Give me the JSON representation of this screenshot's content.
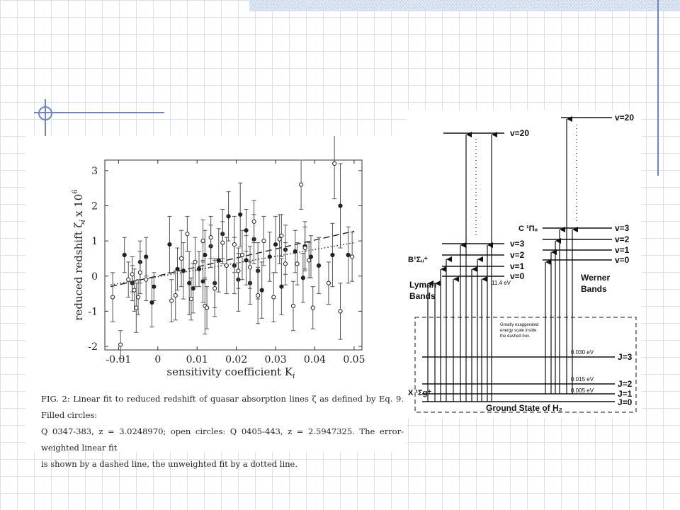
{
  "figure_caption": {
    "line1": "FIG. 2: Linear fit to reduced redshift of quasar absorption lines ζ as defined by Eq. 9. Filled circles:",
    "line2": "Q 0347-383, z = 3.0248970; open circles: Q 0405-443, z = 2.5947325. The error-weighted linear fit",
    "line3": "is shown by a dashed line, the unweighted fit by a dotted line."
  },
  "chart_data": {
    "type": "scatter",
    "xlabel": "sensitivity coefficient K",
    "xlabel_sub": "i",
    "ylabel": "reduced redshift ζ",
    "ylabel_sub": "i",
    "ylabel_suffix": "x 10",
    "ylabel_exp": "6",
    "xlim": [
      -0.0135,
      0.052
    ],
    "ylim": [
      -2.1,
      3.3
    ],
    "xticks": [
      -0.01,
      0,
      0.01,
      0.02,
      0.03,
      0.04,
      0.05
    ],
    "xtick_labels": [
      "-0.01",
      "0",
      "0.01",
      "0.02",
      "0.03",
      "0.04",
      "0.05"
    ],
    "yticks": [
      -2,
      -1,
      0,
      1,
      2,
      3
    ],
    "ytick_labels": [
      "-2",
      "-1",
      "0",
      "1",
      "2",
      "3"
    ],
    "grid": false,
    "series": [
      {
        "filled": true,
        "points": [
          [
            -0.0085,
            0.6,
            0.5
          ],
          [
            -0.0065,
            -0.2,
            0.5
          ],
          [
            -0.0045,
            0.4,
            0.6
          ],
          [
            -0.003,
            0.55,
            0.55
          ],
          [
            -0.0015,
            -0.75,
            0.7
          ],
          [
            -0.001,
            -0.3,
            0.4
          ],
          [
            0.003,
            0.9,
            0.8
          ],
          [
            0.005,
            0.2,
            0.6
          ],
          [
            0.0065,
            0.15,
            0.8
          ],
          [
            0.008,
            -0.2,
            0.9
          ],
          [
            0.009,
            -0.35,
            0.7
          ],
          [
            0.0105,
            0.2,
            0.5
          ],
          [
            0.0115,
            -0.15,
            0.6
          ],
          [
            0.012,
            0.6,
            0.7
          ],
          [
            0.0135,
            0.85,
            0.6
          ],
          [
            0.0145,
            -0.2,
            0.7
          ],
          [
            0.0155,
            0.45,
            0.9
          ],
          [
            0.0165,
            1.2,
            0.7
          ],
          [
            0.018,
            1.7,
            0.7
          ],
          [
            0.0195,
            0.3,
            0.8
          ],
          [
            0.0205,
            -0.1,
            0.9
          ],
          [
            0.021,
            1.75,
            0.9
          ],
          [
            0.0225,
            0.45,
            0.7
          ],
          [
            0.0225,
            1.3,
            0.6
          ],
          [
            0.0235,
            -0.2,
            0.6
          ],
          [
            0.0245,
            1.05,
            0.7
          ],
          [
            0.0255,
            0.15,
            0.8
          ],
          [
            0.0265,
            -0.4,
            0.8
          ],
          [
            0.0285,
            0.55,
            0.7
          ],
          [
            0.03,
            0.9,
            0.8
          ],
          [
            0.0315,
            -0.3,
            0.8
          ],
          [
            0.0325,
            0.75,
            0.7
          ],
          [
            0.035,
            0.7,
            0.6
          ],
          [
            0.0375,
            0.85,
            0.7
          ],
          [
            0.037,
            -0.05,
            0.7
          ],
          [
            0.039,
            0.55,
            0.6
          ],
          [
            0.041,
            0.3,
            0.8
          ],
          [
            0.0445,
            0.6,
            0.9
          ],
          [
            0.0465,
            2.0,
            1.2
          ],
          [
            0.0485,
            0.6,
            0.8
          ]
        ]
      },
      {
        "filled": false,
        "points": [
          [
            -0.0115,
            -0.6,
            0.7
          ],
          [
            -0.0095,
            -1.95,
            0.4
          ],
          [
            -0.0075,
            -0.1,
            0.5
          ],
          [
            -0.0065,
            0.05,
            0.5
          ],
          [
            -0.006,
            -0.4,
            0.6
          ],
          [
            -0.0055,
            -0.9,
            0.7
          ],
          [
            -0.005,
            -0.6,
            0.5
          ],
          [
            -0.0045,
            0.1,
            0.6
          ],
          [
            -0.003,
            -0.1,
            0.6
          ],
          [
            0.0035,
            -0.7,
            0.6
          ],
          [
            0.0045,
            -0.55,
            0.7
          ],
          [
            0.006,
            0.5,
            0.8
          ],
          [
            0.0075,
            1.2,
            0.5
          ],
          [
            0.0085,
            -0.65,
            0.6
          ],
          [
            0.0095,
            0.4,
            0.7
          ],
          [
            0.0115,
            1.0,
            0.6
          ],
          [
            0.012,
            -0.85,
            0.8
          ],
          [
            0.0125,
            -0.9,
            0.6
          ],
          [
            0.0135,
            1.1,
            0.6
          ],
          [
            0.0145,
            -0.35,
            0.8
          ],
          [
            0.0165,
            0.95,
            0.6
          ],
          [
            0.0175,
            0.3,
            0.8
          ],
          [
            0.0195,
            0.9,
            0.8
          ],
          [
            0.0205,
            0.15,
            0.5
          ],
          [
            0.0215,
            0.6,
            0.7
          ],
          [
            0.0235,
            0.25,
            0.6
          ],
          [
            0.0245,
            1.55,
            0.6
          ],
          [
            0.0255,
            -0.55,
            0.8
          ],
          [
            0.027,
            1.0,
            0.7
          ],
          [
            0.0295,
            -0.6,
            0.7
          ],
          [
            0.031,
            1.05,
            0.7
          ],
          [
            0.0315,
            1.15,
            0.6
          ],
          [
            0.0325,
            0.35,
            0.6
          ],
          [
            0.0345,
            -0.85,
            0.7
          ],
          [
            0.0355,
            0.35,
            0.6
          ],
          [
            0.0365,
            2.6,
            0.7
          ],
          [
            0.0375,
            0.8,
            0.6
          ],
          [
            0.0385,
            0.45,
            0.5
          ],
          [
            0.0395,
            -0.9,
            0.6
          ],
          [
            0.0435,
            -0.2,
            0.6
          ],
          [
            0.045,
            3.2,
            1.0
          ],
          [
            0.0465,
            -1.0,
            0.8
          ],
          [
            0.0495,
            0.55,
            0.7
          ]
        ]
      }
    ],
    "fits": [
      {
        "style": "dashed",
        "x": [
          -0.012,
          0.05
        ],
        "y": [
          -0.3,
          1.28
        ]
      },
      {
        "style": "dotted",
        "x": [
          -0.012,
          0.05
        ],
        "y": [
          -0.25,
          0.95
        ]
      }
    ]
  },
  "energy_diagram": {
    "left_levels": [
      "v=20",
      "v=3",
      "v=2",
      "v=1",
      "v=0"
    ],
    "right_levels": [
      "v=20",
      "v=3",
      "v=2",
      "v=1",
      "v=0"
    ],
    "j_levels": [
      "J=3",
      "J=2",
      "J=1",
      "J=0"
    ],
    "state_b": "B¹Σᵤ⁺",
    "state_c": "C ¹Πᵤ",
    "state_x": "X ¹Σg⁺",
    "lyman_label": [
      "Lyman",
      "Bands"
    ],
    "werner_label": [
      "Werner",
      "Bands"
    ],
    "energy_11_4": "11.4 eV",
    "energy_030": "0.030 eV",
    "energy_015": "0.015 eV",
    "energy_005": "0.005 eV",
    "note": [
      "Greatly exaggerated",
      "energy scale inside",
      "the dashed box."
    ],
    "ground_state": "Ground State of H₂"
  }
}
